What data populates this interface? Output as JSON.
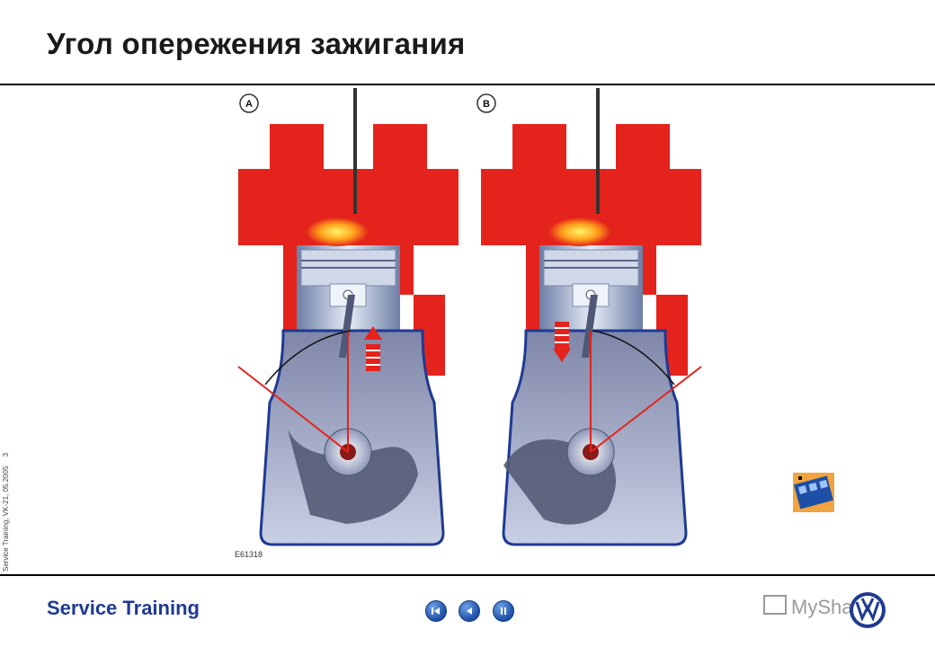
{
  "slide": {
    "title": "Угол опережения зажигания",
    "figure_code": "E61318",
    "labels": {
      "a": "A",
      "b": "B"
    }
  },
  "side": {
    "info": "Service Training, VK-21, 05.2005",
    "page": "3"
  },
  "footer": {
    "brand": "Service Training",
    "watermark": "MyShared"
  },
  "nav": {
    "first": "first-slide",
    "prev": "previous-slide",
    "pause": "pause"
  },
  "colors": {
    "accent_blue": "#1f3a93",
    "head_red": "#e4231c",
    "rule": "#000000"
  },
  "icons": [
    "film-media-icon",
    "first-slide-icon",
    "previous-icon",
    "pause-icon",
    "vw-logo-icon"
  ]
}
